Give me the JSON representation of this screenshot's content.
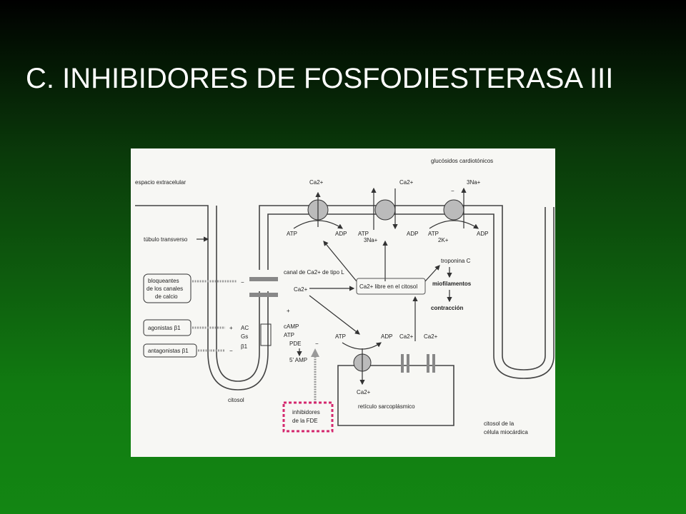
{
  "title": "C. INHIBIDORES DE FOSFODIESTERASA III",
  "diagram": {
    "glucosidos": "glucósidos cardiotónicos",
    "espacio": "espacio extracelular",
    "tubulo": "túbulo transverso",
    "bloq1": "bloqueantes",
    "bloq2": "de los canales",
    "bloq3": "de calcio",
    "agonistas": "agonistas β1",
    "antagonistas": "antagonistas β1",
    "canal": "canal de Ca2+ de tipo L",
    "ca_cyt": "Ca2+",
    "ca_libre": "Ca2+ libre en el citosol",
    "troponina": "troponina C",
    "miofilamentos": "miofilamentos",
    "contraccion": "contracción",
    "ac": "AC",
    "gs": "Gs",
    "beta1": "β1",
    "camp": "cAMP",
    "atp_ac": "ATP",
    "pde": "PDE",
    "amp": "5' AMP",
    "citosol": "citosol",
    "inhib1": "inhibidores",
    "inhib2": "de la FDE",
    "reticulo": "retículo sarcoplásmico",
    "citosol_cel1": "citosol de la",
    "citosol_cel2": "célula miocárdica",
    "ca_top1": "Ca2+",
    "ca_top2": "Ca2+",
    "na_top": "3Na+",
    "atp1": "ATP",
    "adp1": "ADP",
    "atp2": "ATP",
    "na2": "3Na+",
    "adp2": "ADP",
    "atp3": "ATP",
    "k3": "2K+",
    "adp3": "ADP",
    "atp_sr": "ATP",
    "adp_sr": "ADP",
    "ca_sr1": "Ca2+",
    "ca_sr2": "Ca2+",
    "ca_sr_in": "Ca2+",
    "plus1": "+",
    "plus2": "+",
    "minus1": "−",
    "minus2": "−",
    "minus3": "−",
    "plus3": "+",
    "minus_pde": "−"
  },
  "colors": {
    "highlight_box": "#d4286e"
  }
}
